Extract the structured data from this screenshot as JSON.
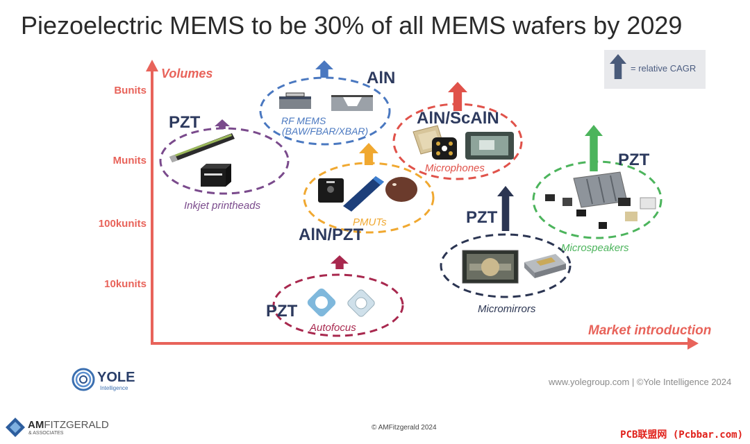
{
  "title": "Piezoelectric MEMS to be 30% of all MEMS wafers by 2029",
  "legend": {
    "label": "= relative CAGR",
    "arrow_icon": "up-arrow-icon",
    "arrow_color": "#4a5b7a"
  },
  "axes": {
    "y_label": "Volumes",
    "x_label": "Market introduction",
    "y_ticks": [
      "Bunits",
      "Munits",
      "100kunits",
      "10kunits"
    ],
    "color": "#e8635a"
  },
  "applications": [
    {
      "name": "Inkjet printheads",
      "material": "PZT",
      "color": "#7a4a8c",
      "relative_cagr": 0.21
    },
    {
      "name": "RF MEMS",
      "subtitle": "(BAW/FBAR/XBAR)",
      "material": "AlN",
      "color": "#4a78c0",
      "relative_cagr": 0.37
    },
    {
      "name": "Microphones",
      "material": "AlN/ScAlN",
      "color": "#e0524a",
      "relative_cagr": 0.63
    },
    {
      "name": "PMUTs",
      "material": "AlN/PZT",
      "color": "#f0a830",
      "relative_cagr": 0.48
    },
    {
      "name": "Autofocus",
      "material": "PZT",
      "color": "#a8284e",
      "relative_cagr": 0.3
    },
    {
      "name": "Micromirrors",
      "material": "PZT",
      "color": "#2b3552",
      "relative_cagr": 0.97
    },
    {
      "name": "Microspeakers",
      "material": "PZT",
      "color": "#4cb45c",
      "relative_cagr": 1.0
    }
  ],
  "footer": {
    "yole": {
      "name": "YOLE",
      "tagline": "Intelligence"
    },
    "credit": "www.yolegroup.com | ©Yole Intelligence 2024",
    "amf": {
      "name_bold": "AM",
      "name_rest": "FITZGERALD",
      "tagline": "& ASSOCIATES"
    },
    "copyright": "© AMFitzgerald 2024",
    "watermark": "PCB联盟网 (Pcbbar.com)"
  }
}
